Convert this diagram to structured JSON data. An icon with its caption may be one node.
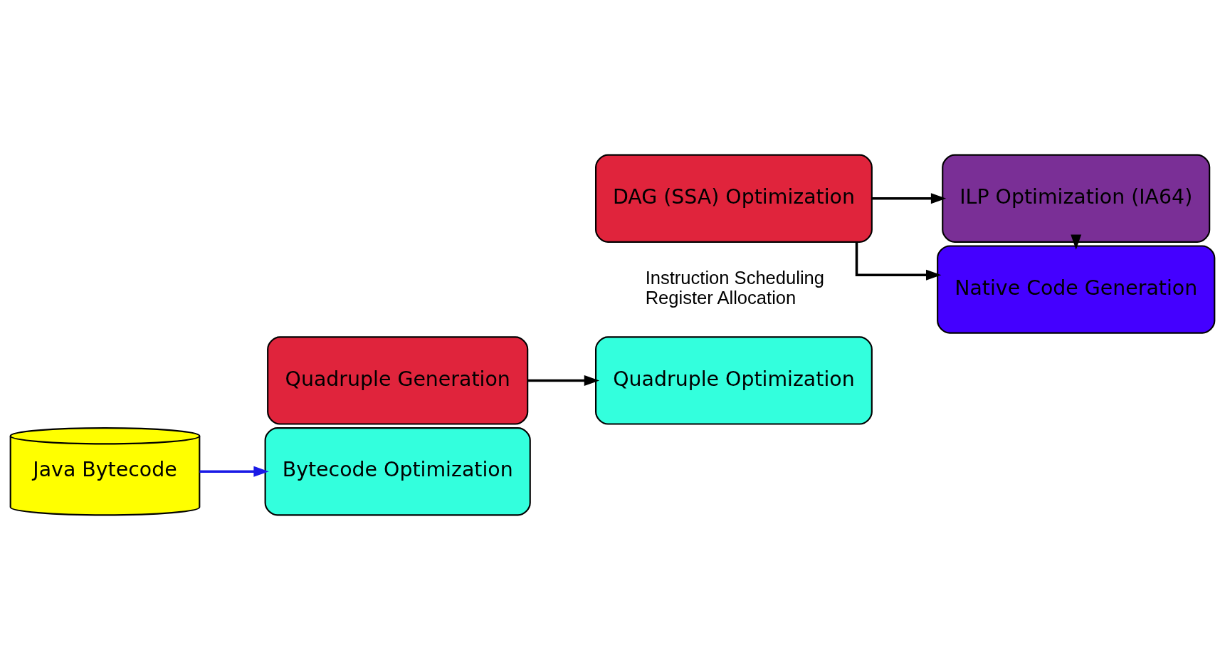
{
  "diagram": {
    "nodes": [
      {
        "text": [
          "Java Bytecode"
        ]
      },
      {
        "text": [
          "Bytecode Optimization"
        ]
      },
      {
        "text": [
          "Quadruple Generation"
        ]
      },
      {
        "text": [
          "Quadruple Optimization"
        ]
      },
      {
        "text": [
          "DAG (SSA) Optimization"
        ]
      },
      {
        "text": [
          "ILP Optimization (IA64)"
        ]
      },
      {
        "text": [
          "Native Code Generation"
        ],
        "beside": [
          "Instruction Scheduling",
          "Register Allocation"
        ]
      }
    ],
    "edges": [
      {
        "from": 0,
        "to": 1,
        "arrow": "to",
        "color": "#1a1ae6"
      },
      {
        "from": 2,
        "to": 3,
        "arrow": "to"
      },
      {
        "from": 4,
        "to": 5,
        "arrow": "to"
      },
      {
        "from": 4,
        "to": 6,
        "arrow": "to"
      },
      {
        "from": 5,
        "to": 6,
        "arrow": "to"
      }
    ]
  }
}
